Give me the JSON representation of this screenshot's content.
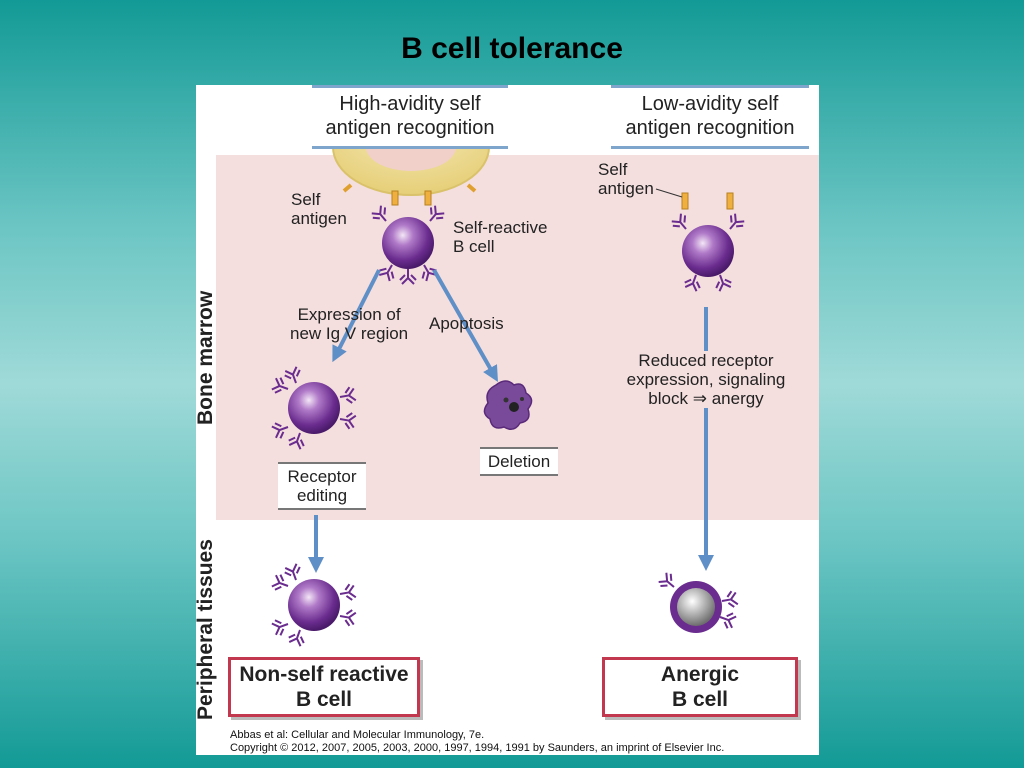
{
  "title": "B cell tolerance",
  "headers": {
    "high": [
      "High-avidity self",
      "antigen recognition"
    ],
    "low": [
      "Low-avidity self",
      "antigen recognition"
    ]
  },
  "zones": {
    "bone_marrow": "Bone marrow",
    "peripheral": "Peripheral tissues"
  },
  "labels": {
    "self_antigen_left": [
      "Self",
      "antigen"
    ],
    "self_reactive": [
      "Self-reactive",
      "B cell"
    ],
    "expression": [
      "Expression of",
      "new Ig V region"
    ],
    "apoptosis": "Apoptosis",
    "receptor_editing": [
      "Receptor",
      "editing"
    ],
    "deletion": "Deletion",
    "self_antigen_right": [
      "Self",
      "antigen"
    ],
    "reduced": [
      "Reduced receptor",
      "expression, signaling",
      "block",
      "anergy"
    ]
  },
  "outcomes": {
    "non_self": [
      "Non-self reactive",
      "B cell"
    ],
    "anergic": [
      "Anergic",
      "B cell"
    ]
  },
  "credit": {
    "line1": "Abbas et al: Cellular and Molecular Immunology, 7e.",
    "line2": "Copyright © 2012, 2007, 2005, 2003, 2000, 1997, 1994, 1991 by Saunders, an imprint of Elsevier Inc."
  },
  "colors": {
    "bone_marrow_bg": "#f4dede",
    "arrow": "#5f8fc7",
    "cell": "#6a2c8e",
    "outcome_border": "#c2384f"
  }
}
